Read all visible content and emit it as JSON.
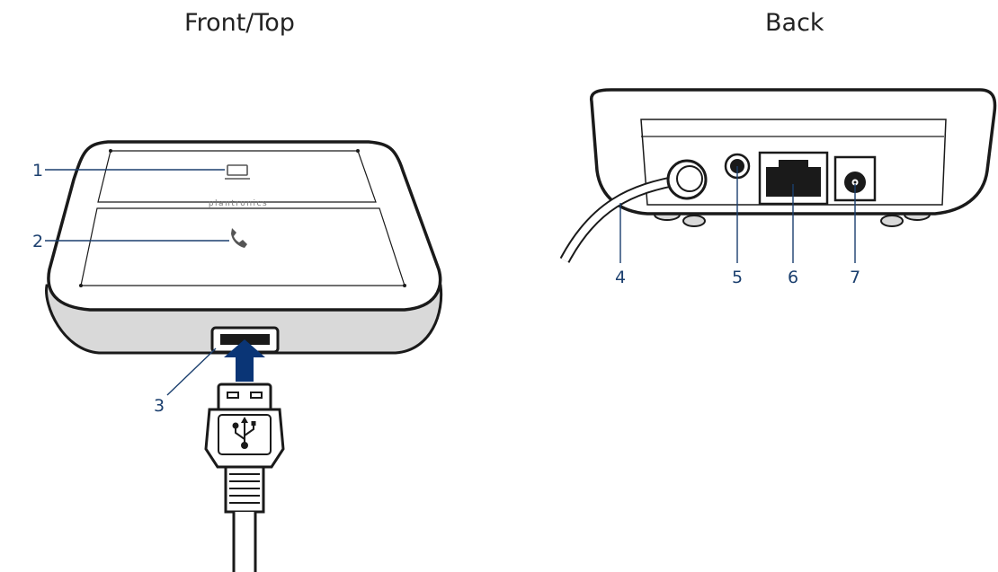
{
  "headings": {
    "front": "Front/Top",
    "back": "Back"
  },
  "brand_text": "plantronics",
  "callouts": [
    {
      "number": "1",
      "part": "computer-icon"
    },
    {
      "number": "2",
      "part": "phone-icon"
    },
    {
      "number": "3",
      "part": "usb-port"
    },
    {
      "number": "4",
      "part": "cable"
    },
    {
      "number": "5",
      "part": "audio-jack"
    },
    {
      "number": "6",
      "part": "rj-port"
    },
    {
      "number": "7",
      "part": "power-jack"
    }
  ],
  "colors": {
    "outline": "#1a1a1a",
    "callout": "#1b3f6e",
    "arrow": "#0a3576",
    "shadow": "#d9d9d9"
  }
}
